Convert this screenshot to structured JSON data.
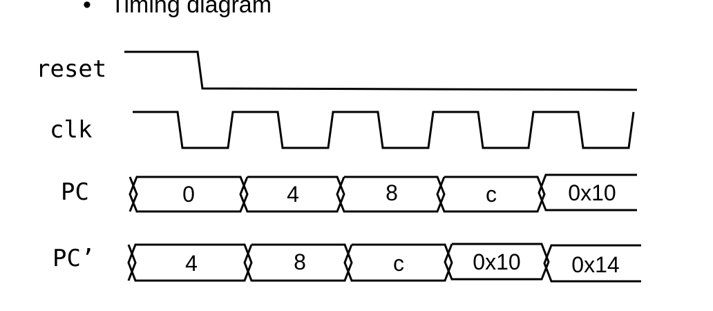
{
  "heading": {
    "bullet": "•",
    "text": "Timing diagram"
  },
  "signals": {
    "reset": {
      "label": "reset"
    },
    "clk": {
      "label": "clk"
    },
    "pc": {
      "label": "PC",
      "values": [
        "0",
        "4",
        "8",
        "c",
        "0x10"
      ]
    },
    "pc_next": {
      "label": "PC’",
      "values": [
        "4",
        "8",
        "c",
        "0x10",
        "0x14"
      ]
    }
  }
}
